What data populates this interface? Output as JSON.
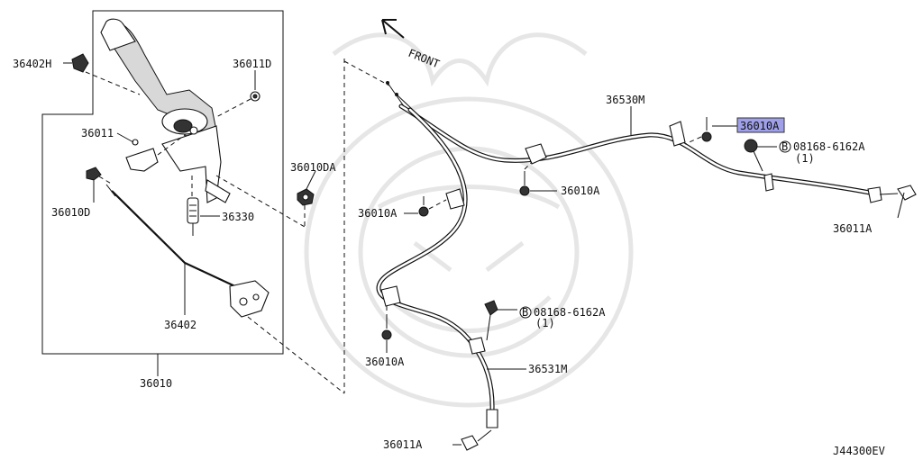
{
  "diagram": {
    "front_label": "FRONT",
    "diagram_code": "J44300EV",
    "labels": {
      "p36402H": "36402H",
      "p36011D": "36011D",
      "p36011": "36011",
      "p36010D": "36010D",
      "p36330": "36330",
      "p36402": "36402",
      "p36010": "36010",
      "p36010DA": "36010DA",
      "p36530M": "36530M",
      "p36010A_hl": "36010A",
      "bolt_code_1": "08168-6162A",
      "bolt_qty_1": "(1)",
      "p36010A_1": "36010A",
      "p36010A_2": "36010A",
      "p36011A_1": "36011A",
      "bolt_code_2": "08168-6162A",
      "bolt_qty_2": "(1)",
      "p36010A_3": "36010A",
      "p36531M": "36531M",
      "p36011A_2": "36011A"
    },
    "bolt_symbol": "B",
    "highlight_color": "#9fa0e8"
  }
}
